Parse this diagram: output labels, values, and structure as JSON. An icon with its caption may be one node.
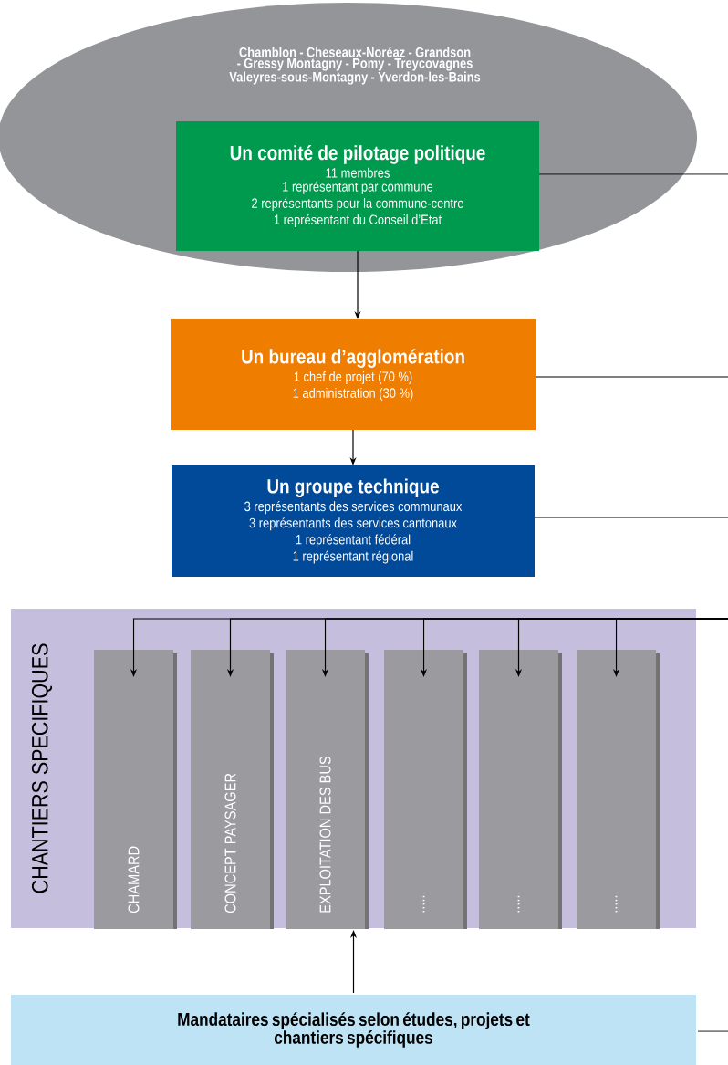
{
  "diagram": {
    "nodes": [
      {
        "text": [
          "Chamblon - Cheseaux-Noréaz - Grandson - Gressy Montagny - Pomy - Treycovagnes Valeyres-sous-Montagny - Yverdon-les-Bains"
        ]
      },
      {
        "text": [
          "Un comité de pilotage politique",
          "11 membres",
          "1 représentant par commune",
          "2 représentants pour la commune-centre",
          "1 représentant du Conseil d’Etat"
        ],
        "in": 0
      },
      {
        "text": [
          "Un bureau d’agglomération",
          "1 chef de projet (70 %)",
          "1 administration (30 %)"
        ]
      },
      {
        "text": [
          "Un groupe technique",
          "3 représentants des services communaux",
          "3 représentants des services cantonaux",
          "1 représentant fédéral",
          "1 représentant régional"
        ]
      },
      {
        "text": [
          "CHANTIERS SPECIFIQUES"
        ]
      },
      {
        "text": [
          "CHAMARD"
        ],
        "in": 4
      },
      {
        "text": [
          "CONCEPT PAYSAGER"
        ],
        "in": 4
      },
      {
        "text": [
          "EXPLOITATION DES BUS"
        ],
        "in": 4
      },
      {
        "text": [
          "....."
        ],
        "in": 4
      },
      {
        "text": [
          "....."
        ],
        "in": 4
      },
      {
        "text": [
          "....."
        ],
        "in": 4
      },
      {
        "text": [
          "Mandataires spécialisés selon études, projets et chantiers spécifiques"
        ]
      }
    ],
    "edges": [
      {
        "from": 1,
        "to": 2,
        "arrow": "to"
      },
      {
        "from": 2,
        "to": 3,
        "arrow": "to"
      },
      {
        "from": 11,
        "to": 4,
        "arrow": "to"
      },
      {
        "from": 1,
        "to": null,
        "arrow": "none"
      },
      {
        "from": 2,
        "to": null,
        "arrow": "none"
      },
      {
        "from": 3,
        "to": null,
        "arrow": "none"
      },
      {
        "from": null,
        "to": 5,
        "arrow": "to"
      },
      {
        "from": null,
        "to": 6,
        "arrow": "to"
      },
      {
        "from": null,
        "to": 7,
        "arrow": "to"
      },
      {
        "from": null,
        "to": 8,
        "arrow": "to"
      },
      {
        "from": null,
        "to": 9,
        "arrow": "to"
      },
      {
        "from": null,
        "to": 10,
        "arrow": "to"
      },
      {
        "from": 11,
        "to": null,
        "arrow": "none"
      }
    ]
  }
}
